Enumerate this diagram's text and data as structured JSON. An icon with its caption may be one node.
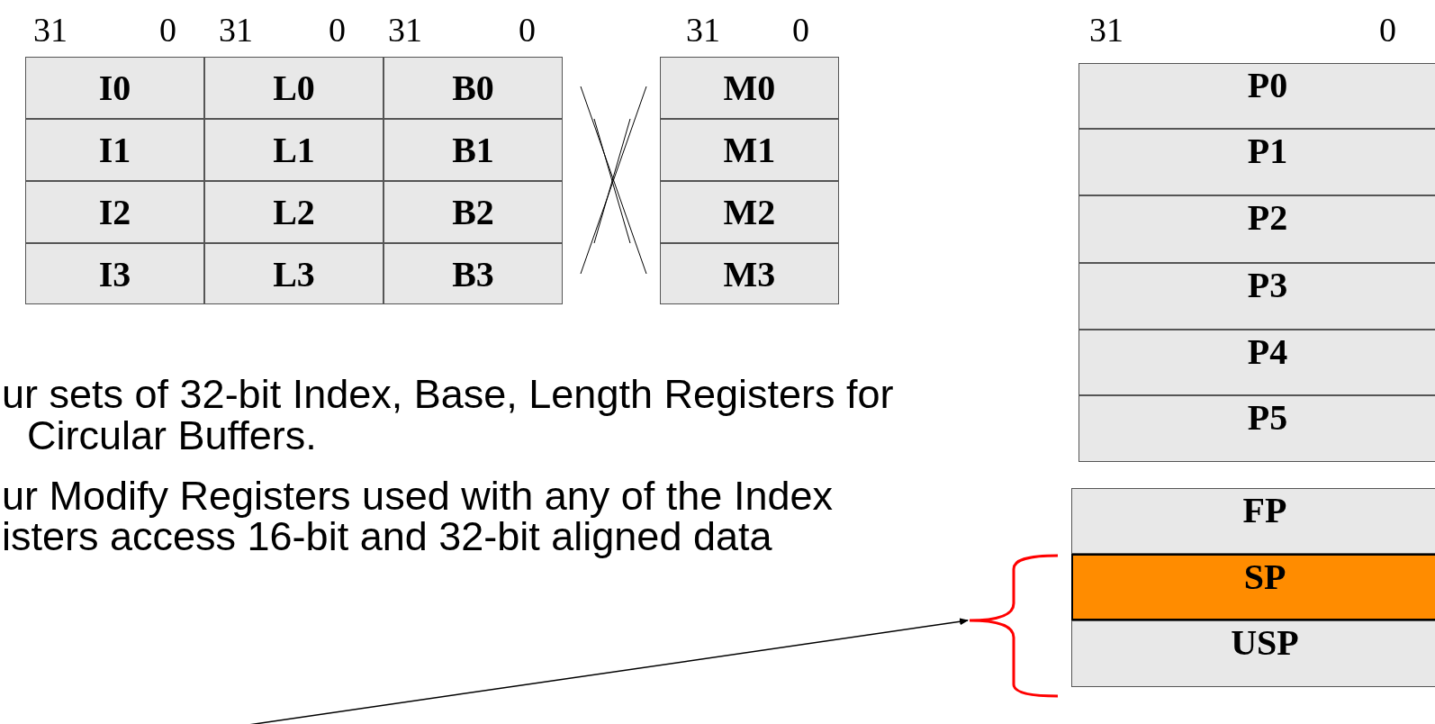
{
  "diagram": {
    "nodes": [
      {
        "text": [
          "I0"
        ]
      },
      {
        "text": [
          "L0"
        ]
      },
      {
        "text": [
          "B0"
        ]
      },
      {
        "text": [
          "I1"
        ]
      },
      {
        "text": [
          "L1"
        ]
      },
      {
        "text": [
          "B1"
        ]
      },
      {
        "text": [
          "I2"
        ]
      },
      {
        "text": [
          "L2"
        ]
      },
      {
        "text": [
          "B2"
        ]
      },
      {
        "text": [
          "I3"
        ]
      },
      {
        "text": [
          "L3"
        ]
      },
      {
        "text": [
          "B3"
        ]
      },
      {
        "text": [
          "M0"
        ]
      },
      {
        "text": [
          "M1"
        ]
      },
      {
        "text": [
          "M2"
        ]
      },
      {
        "text": [
          "M3"
        ]
      },
      {
        "text": [
          "P0"
        ]
      },
      {
        "text": [
          "P1"
        ]
      },
      {
        "text": [
          "P2"
        ]
      },
      {
        "text": [
          "P3"
        ]
      },
      {
        "text": [
          "P4"
        ]
      },
      {
        "text": [
          "P5"
        ]
      },
      {
        "text": [
          "FP"
        ]
      },
      {
        "text": [
          "SP"
        ]
      },
      {
        "text": [
          "USP"
        ]
      },
      {
        "text": [],
        "shape": "brace"
      }
    ],
    "edges": [
      {
        "from": null,
        "to": 25,
        "arrow": "to"
      }
    ],
    "labels": [
      "31",
      "0",
      "31",
      "0",
      "31",
      "0",
      "31",
      "0",
      "31",
      "0",
      "ur sets of 32-bit Index, Base, Length Registers for",
      "Circular Buffers.",
      "ur Modify Registers used with any of the Index",
      "isters access 16-bit and 32-bit aligned data"
    ]
  }
}
